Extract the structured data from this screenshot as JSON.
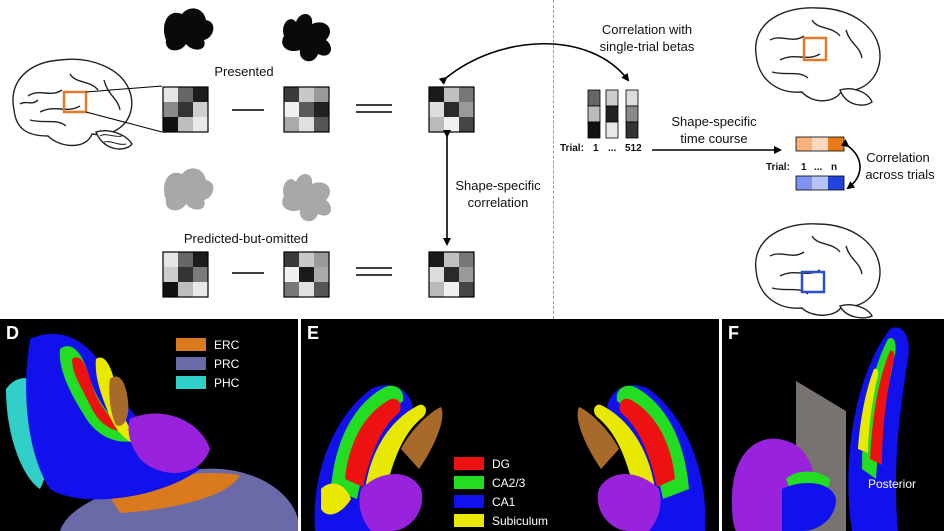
{
  "labels": {
    "presented": "Presented",
    "predicted_omitted": "Predicted-but-omitted",
    "shape_specific_correlation_1": "Shape-specific",
    "shape_specific_correlation_2": "correlation",
    "correlation_betas_1": "Correlation with",
    "correlation_betas_2": "single-trial betas",
    "trial_label": "Trial:",
    "trial_first": "1",
    "trial_dots": "...",
    "trial_last": "512",
    "time_course_1": "Shape-specific",
    "time_course_2": "time course",
    "small_trial_label": "Trial:",
    "small_trial_first": "1",
    "small_trial_dots": "...",
    "small_trial_last": "n",
    "across_trials_1": "Correlation",
    "across_trials_2": "across trials"
  },
  "colors": {
    "orange_roi": "#e07a2a",
    "blue_roi": "#2a4fd0",
    "shape_presented": "#0a0a0a",
    "shape_omitted": "#a8a8a8"
  },
  "patterns": {
    "a": [
      "#e6e6e6",
      "#666666",
      "#1c1c1c",
      "#8a8a8a",
      "#333333",
      "#cfcfcf",
      "#111111",
      "#bdbdbd",
      "#e9e9e9"
    ],
    "b": [
      "#3a3a3a",
      "#c8c8c8",
      "#9a9a9a",
      "#f0f0f0",
      "#5a5a5a",
      "#222222",
      "#aaaaaa",
      "#e0e0e0",
      "#555555"
    ],
    "c": [
      "#1a1a1a",
      "#c0c0c0",
      "#777777",
      "#dddddd",
      "#2a2a2a",
      "#999999",
      "#bbbbbb",
      "#f0f0f0",
      "#444444"
    ],
    "d": [
      "#e6e6e6",
      "#666666",
      "#1c1c1c",
      "#cccccc",
      "#333333",
      "#7a7a7a",
      "#111111",
      "#bdbdbd",
      "#e9e9e9"
    ],
    "e": [
      "#3a3a3a",
      "#c8c8c8",
      "#9a9a9a",
      "#f0f0f0",
      "#1a1a1a",
      "#aaaaaa",
      "#777777",
      "#e0e0e0",
      "#555555"
    ],
    "f": [
      "#1a1a1a",
      "#c0c0c0",
      "#777777",
      "#dddddd",
      "#2a2a2a",
      "#999999",
      "#bbbbbb",
      "#f0f0f0",
      "#444444"
    ]
  },
  "beta_columns": [
    [
      "#666666",
      "#bbbbbb",
      "#111111"
    ],
    [
      "#cccccc",
      "#222222",
      "#e8e8e8"
    ],
    [
      "#dddddd",
      "#888888",
      "#333333"
    ]
  ],
  "time_course": {
    "orange": [
      "#f6b27a",
      "#fbd7bb",
      "#e97a1c"
    ],
    "blue": [
      "#7f93ee",
      "#b7c2f5",
      "#2244dd"
    ]
  },
  "panels": {
    "d": {
      "letter": "D",
      "legend": [
        {
          "label": "ERC",
          "color": "#d97a1f"
        },
        {
          "label": "PRC",
          "color": "#6a6aa8"
        },
        {
          "label": "PHC",
          "color": "#30d0c8"
        }
      ]
    },
    "e": {
      "letter": "E",
      "legend": [
        {
          "label": "DG",
          "color": "#ee1111"
        },
        {
          "label": "CA2/3",
          "color": "#22dd22"
        },
        {
          "label": "CA1",
          "color": "#1111ee"
        },
        {
          "label": "Subiculum",
          "color": "#e8e800"
        }
      ]
    },
    "f": {
      "letter": "F",
      "posterior": "Posterior"
    }
  }
}
